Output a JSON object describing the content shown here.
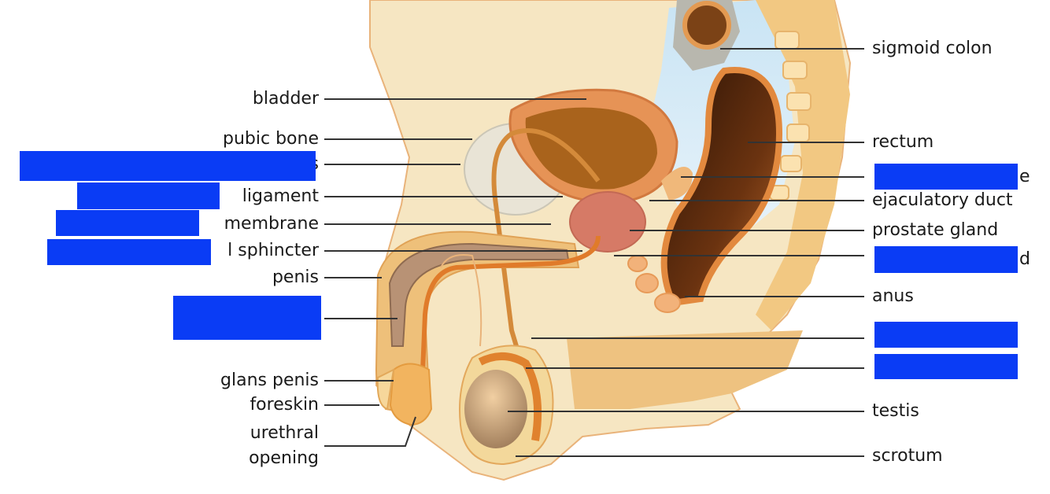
{
  "diagram": {
    "left_labels": {
      "bladder": "bladder",
      "pubic_bone": "pubic bone",
      "ligament": "ligament",
      "membrane": "membrane",
      "sphincter": "l sphincter",
      "penis": "penis",
      "glans_penis": "glans penis",
      "foreskin": "foreskin",
      "urethral_line1": "urethral",
      "urethral_line2": "opening",
      "partial_s": "s"
    },
    "right_labels": {
      "sigmoid_colon": "sigmoid colon",
      "rectum": "rectum",
      "ejaculatory_duct": "ejaculatory duct",
      "prostate_gland": "prostate gland",
      "anus": "anus",
      "testis": "testis",
      "scrotum": "scrotum",
      "partial_e": "e",
      "partial_d": "d"
    },
    "colors": {
      "redaction": "#0a3cf5",
      "skin": "#f6d79b",
      "bladder": "#e8955a",
      "rectum": "#6b3310",
      "prostate": "#d9826a",
      "testis": "#c9a27a"
    }
  }
}
